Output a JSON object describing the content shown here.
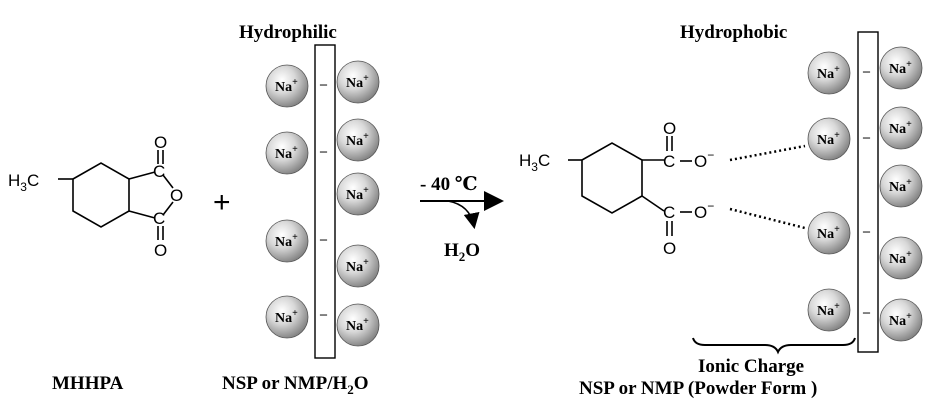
{
  "labels": {
    "hydrophilic": "Hydrophilic",
    "hydrophobic": "Hydrophobic",
    "reaction_temp": "- 40 ℃",
    "water_main": "H",
    "water_sub": "2",
    "water_tail": "O",
    "plus": "+",
    "mhhpa": "MHHPA",
    "nsp_left_main": "NSP or NMP/H",
    "nsp_left_sub": "2",
    "nsp_left_tail": "O",
    "ionic_charge": "Ionic Charge",
    "nsp_right": "NSP or NMP (Powder Form )"
  },
  "molecule": {
    "methyl_main": "H",
    "methyl_sub": "3",
    "methyl_tail": "C",
    "carbon": "C",
    "oxygen": "O",
    "oxygen_anion": "O",
    "minus_sign": "−"
  },
  "ion": {
    "symbol": "Na",
    "charge": "+",
    "sheet_charge": "–"
  }
}
